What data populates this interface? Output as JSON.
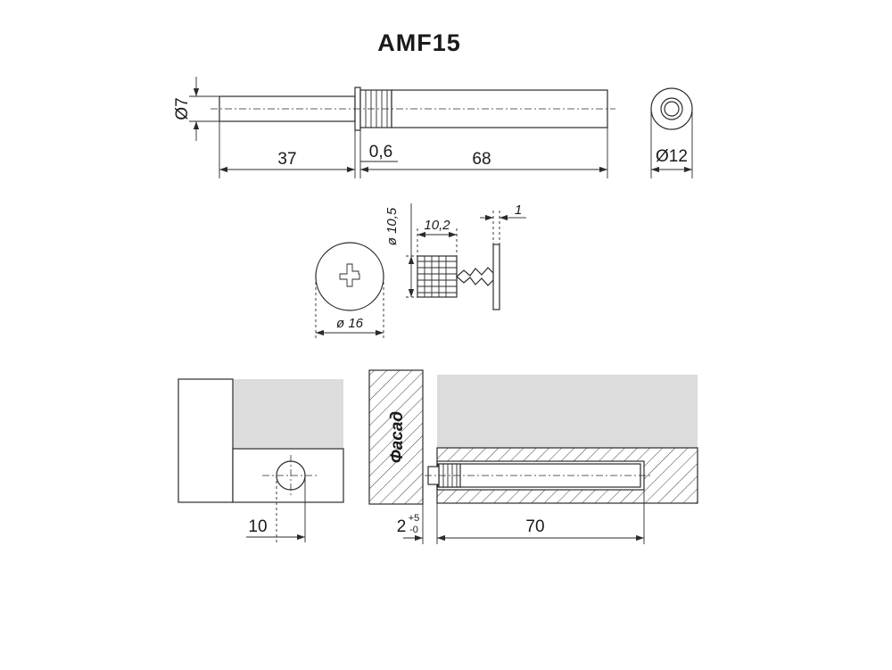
{
  "title": "AMF15",
  "colors": {
    "line": "#2b2b2b",
    "panel_fill": "#dcdcdc",
    "background": "#ffffff"
  },
  "top_view": {
    "diam_rod": "Ø7",
    "len_rod": "37",
    "len_gap": "0,6",
    "len_body": "68",
    "diam_body": "Ø12"
  },
  "fixing_view": {
    "diam_10_5": "ø 10,5",
    "len_10_2": "10,2",
    "len_1": "1",
    "diam_16": "ø 16"
  },
  "install_view": {
    "facade_label": "Фасад",
    "offset_10": "10",
    "gap_base": "2",
    "gap_tol_plus": "+5",
    "gap_tol_minus": "-0",
    "depth_70": "70"
  }
}
